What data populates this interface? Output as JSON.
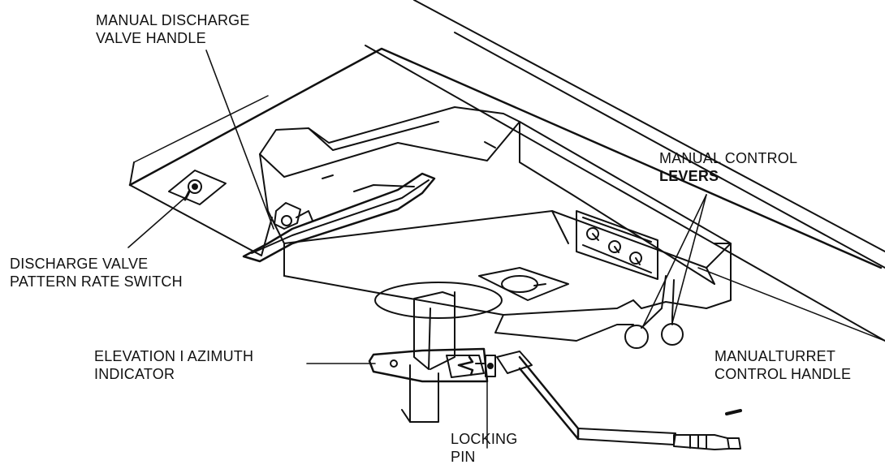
{
  "labels": {
    "manual_discharge_valve_handle": [
      "MANUAL DISCHARGE",
      "VALVE HANDLE"
    ],
    "discharge_valve_pattern_rate_switch": [
      "DISCHARGE VALVE",
      "PATTERN RATE SWITCH"
    ],
    "manual_control_levers": [
      "MANUAL CONTROL",
      "LEVERS"
    ],
    "elevation_azimuth_indicator": [
      "ELEVATION I AZIMUTH",
      "INDICATOR"
    ],
    "manual_turret_control_handle": [
      "MANUALTURRET",
      "CONTROL HANDLE"
    ],
    "locking_pin": [
      "LOCKING",
      "PIN"
    ]
  },
  "colors": {
    "ink": "#111111",
    "paper": "#ffffff"
  }
}
